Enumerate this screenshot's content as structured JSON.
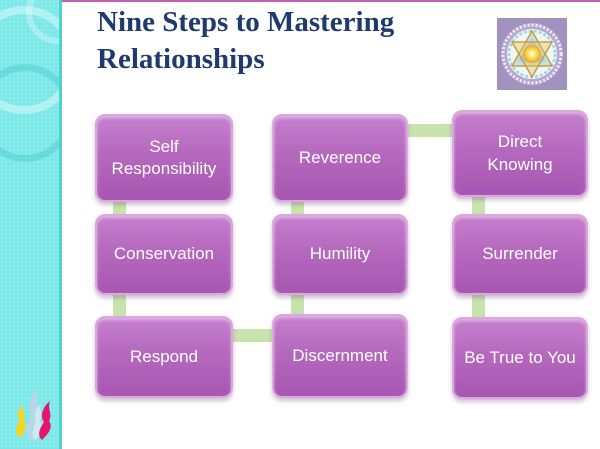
{
  "slide": {
    "title": "Nine Steps to Mastering Relationships"
  },
  "steps": [
    {
      "label": "Self Responsibility"
    },
    {
      "label": "Reverence"
    },
    {
      "label": "Direct Knowing"
    },
    {
      "label": "Conservation"
    },
    {
      "label": "Humility"
    },
    {
      "label": "Surrender"
    },
    {
      "label": "Respond"
    },
    {
      "label": "Discernment"
    },
    {
      "label": "Be True to You"
    }
  ],
  "icons": {
    "sidebar_flame": "flame-icon",
    "corner_logo": "mandala-star-logo"
  },
  "colors": {
    "title_text": "#1e3a6e",
    "box_fill": "#b164ba",
    "box_border": "#dca6de",
    "connector_green": "#c9e3ad",
    "sidebar_teal": "#7ce8e8",
    "sidebar_edge": "#4fcfd6",
    "accent_line": "#c75fb5"
  }
}
